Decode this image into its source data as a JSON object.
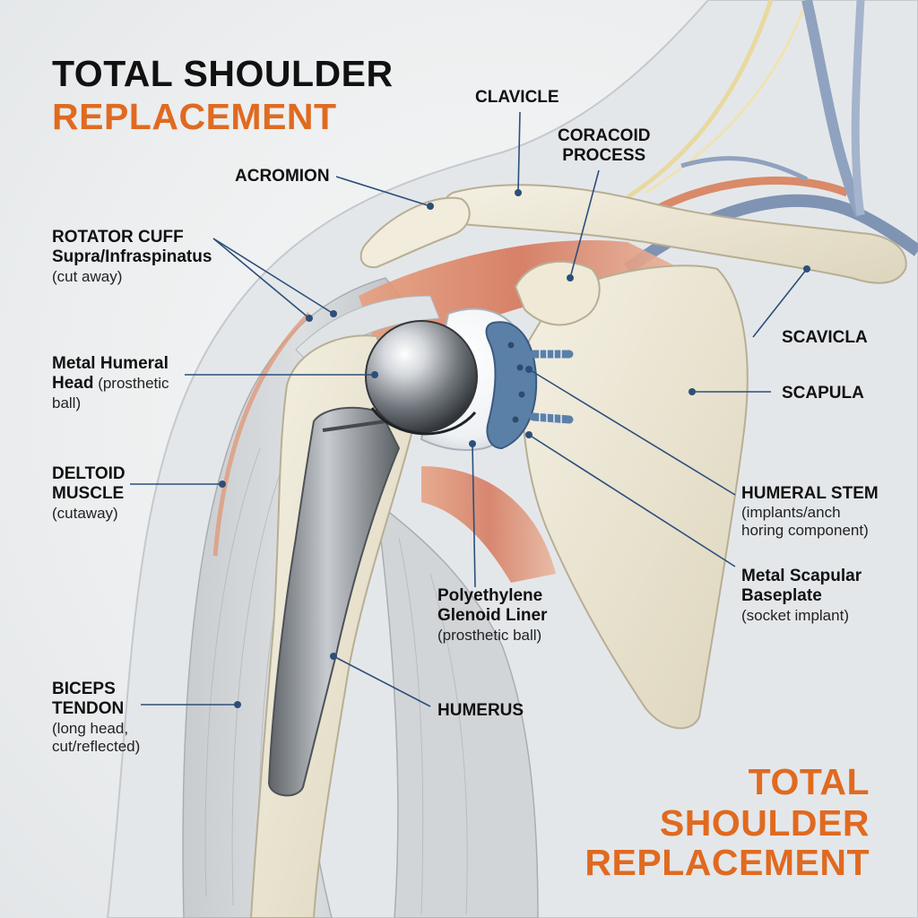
{
  "title": {
    "line1": "TOTAL SHOULDER",
    "line2": "REPLACEMENT"
  },
  "corner_title": {
    "line1": "TOTAL",
    "line2": "SHOULDER",
    "line3": "REPLACEMENT"
  },
  "labels": {
    "clavicle": "CLAVICLE",
    "coracoid_1": "CORACOID",
    "coracoid_2": "PROCESS",
    "acromion": "ACROMION",
    "rotator_1": "ROTATOR CUFF",
    "rotator_2": "Supra/Infraspinatus",
    "rotator_3": "(cut away)",
    "humeral_head_1": "Metal Humeral",
    "humeral_head_2a": "Head",
    "humeral_head_2b": " (prosthetic",
    "humeral_head_3": "ball)",
    "deltoid_1": "DELTOID",
    "deltoid_2": "MUSCLE",
    "deltoid_3": "(cutaway)",
    "biceps_1": "BICEPS",
    "biceps_2": "TENDON",
    "biceps_3": "(long head,",
    "biceps_4": "cut/reflected)",
    "scavicla": "SCAVICLA",
    "scapula": "SCAPULA",
    "stem_1": "HUMERAL STEM",
    "stem_2": "(implants/anch",
    "stem_3": "horing component)",
    "baseplate_1": "Metal Scapular",
    "baseplate_2": "Baseplate",
    "baseplate_3": "(socket implant)",
    "liner_1": "Polyethylene",
    "liner_2": "Glenoid Liner",
    "liner_3": "(prosthetic ball)",
    "humerus": "HUMERUS"
  },
  "colors": {
    "accent": "#e06a20",
    "title_dark": "#111111",
    "leader": "#2c4f7a",
    "bone": "#ede7d3",
    "muscle": "#d98a68",
    "metal": "#9aa0a6",
    "baseplate": "#5b80a8",
    "vein": "#7f93b3"
  }
}
